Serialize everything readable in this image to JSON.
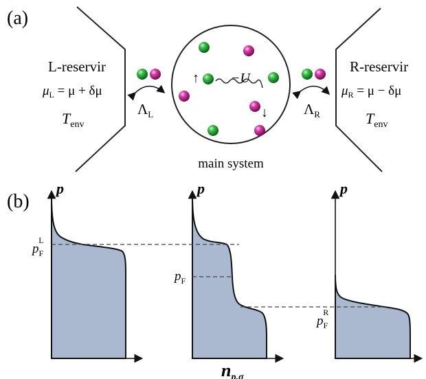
{
  "panel_a": {
    "label": "(a)",
    "left_reservoir": {
      "title": "L-reservir",
      "mu_lhs": "μ",
      "mu_sub": "L",
      "mu_rhs": " = μ + δμ",
      "temp_sym": "T",
      "temp_sub": "env"
    },
    "right_reservoir": {
      "title": "R-reservir",
      "mu_lhs": "μ",
      "mu_sub": "R",
      "mu_rhs": " = μ − δμ",
      "temp_sym": "T",
      "temp_sub": "env"
    },
    "left_rate": {
      "sym": "Λ",
      "sub": "L"
    },
    "right_rate": {
      "sym": "Λ",
      "sub": "R"
    },
    "interaction": "−U",
    "spin_up": "↑",
    "spin_down": "↓",
    "system_label": "main system",
    "colors": {
      "green": "#1a9a2c",
      "magenta": "#c8208f"
    }
  },
  "panel_b": {
    "label": "(b)",
    "p_axis_label": "p",
    "x_axis_label": "n",
    "x_axis_sub": "p,σ",
    "left_fermi": {
      "sym": "p",
      "sub": "F",
      "sup": "L"
    },
    "center_fermi": {
      "sym": "p",
      "sub": "F"
    },
    "right_fermi": {
      "sym": "p",
      "sub": "F",
      "sup": "R"
    },
    "fill_color": "#aab9cf"
  }
}
